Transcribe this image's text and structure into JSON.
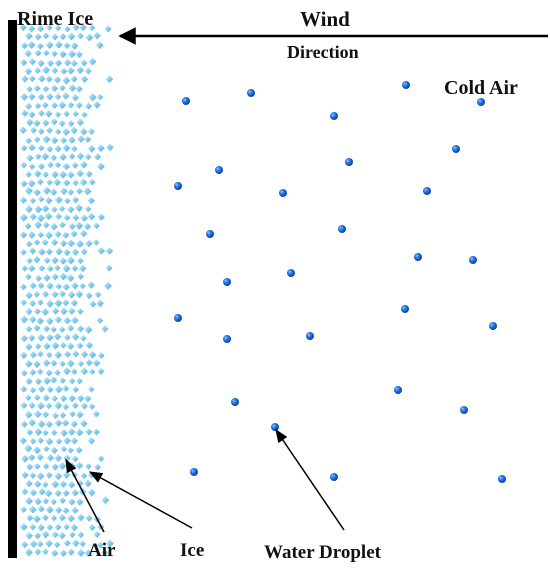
{
  "labels": {
    "rime_ice": "Rime Ice",
    "wind": "Wind",
    "direction": "Direction",
    "cold_air": "Cold Air",
    "air": "Air",
    "ice": "Ice",
    "water_droplet": "Water Droplet"
  },
  "colors": {
    "wall": "#000000",
    "droplet": "#1560d6",
    "droplet_highlight": "#7fb6ff",
    "ice_crystal_light": "#c9ecfb",
    "ice_crystal_dark": "#3aa8df",
    "arrow": "#000000",
    "text": "#111111"
  }
}
